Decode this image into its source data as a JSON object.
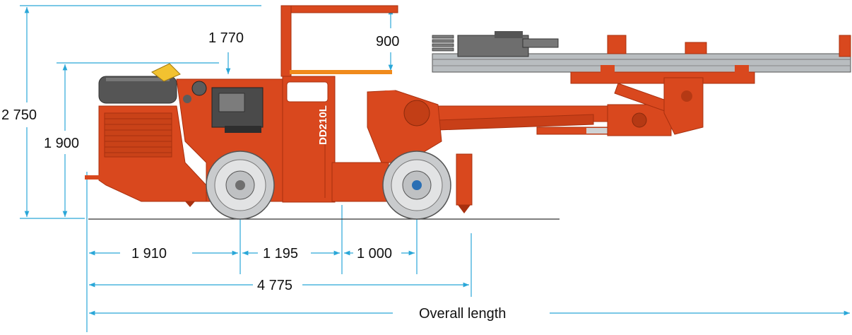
{
  "diagram": {
    "model_label": "DD210L",
    "dimensions": {
      "canopy_width": "1 770",
      "canopy_height_offset": "900",
      "overall_height": "2 750",
      "body_height": "1 900",
      "rear_to_rear_axle": "1 910",
      "wheelbase": "1 195",
      "front_axle_to_front": "1 000",
      "carrier_length": "4 775",
      "overall_length_label": "Overall length"
    },
    "colors": {
      "dimension_line": "#2aa7d8",
      "body": "#d9481e",
      "body_dark": "#a8300f",
      "feed_rail": "#b9bdc0",
      "tyre": "#c9cbcd",
      "hose_yellow": "#f2c230",
      "platform_orange": "#f08a1c"
    }
  }
}
